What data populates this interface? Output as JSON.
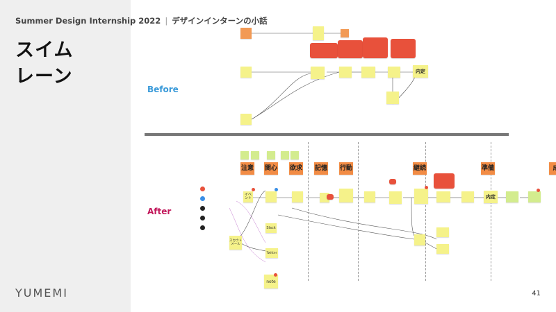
{
  "header": {
    "event": "Summer Design Internship 2022",
    "separator": "|",
    "subtitle": "デザインインターンの小話"
  },
  "title": {
    "line1": "スイム",
    "line2": "レーン"
  },
  "logo": "YUMEMI",
  "page_number": "41",
  "before": {
    "label": "Before",
    "notes": {
      "n1": "",
      "n2": "",
      "n3": "",
      "n4": "",
      "n5": "",
      "n6": "",
      "n7": "",
      "n8": "",
      "n9": "",
      "n10": "",
      "n11": "",
      "final": "内定"
    }
  },
  "after": {
    "label": "After",
    "stages": [
      "注意",
      "関心",
      "欲求",
      "記憶",
      "行動",
      "継続",
      "準備",
      "成"
    ],
    "channels": [
      "イベント",
      "Slack",
      "Twitter",
      "note",
      "スカウトメール"
    ],
    "offer": "内定"
  },
  "colors": {
    "panel": "#efefef",
    "before_label": "#3a9ad9",
    "after_label": "#c2185b",
    "sticky_yellow": "#f5f28a",
    "sticky_green": "#d3ec8e",
    "sticky_orange": "#f29a55",
    "sticky_red": "#e8513b"
  }
}
